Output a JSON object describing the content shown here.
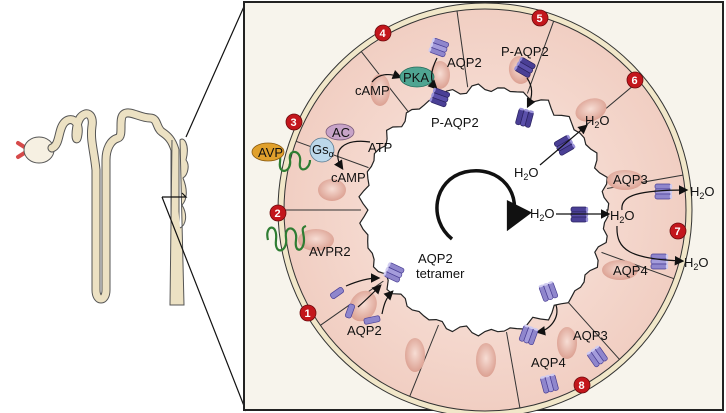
{
  "colors": {
    "panel_bg": "#f7f4ec",
    "basement_membrane": "#f1e7c9",
    "cell_fill": "#f1cfc3",
    "nucleus": "#e2a99a",
    "badge": "#c3161c",
    "aqp_dark": "#4a3f95",
    "aqp_light": "#8f86cc",
    "pka": "#4fa592",
    "ac": "#c7a3c8",
    "gs": "#bcd8ea",
    "avp": "#e0a02c",
    "receptor": "#2f7d33",
    "nephron": "#ece1c3",
    "glomerulus_vessel": "#d64a4a"
  },
  "nephron": {
    "label": "nephron-illustration"
  },
  "steps": [
    {
      "number": "1"
    },
    {
      "number": "2"
    },
    {
      "number": "3"
    },
    {
      "number": "4"
    },
    {
      "number": "5"
    },
    {
      "number": "6"
    },
    {
      "number": "7"
    },
    {
      "number": "8"
    }
  ],
  "labels": {
    "avp": "AVP",
    "gs_main": "Gs",
    "gs_sub": "α",
    "ac": "AC",
    "atp": "ATP",
    "camp_1": "cAMP",
    "camp_2": "cAMP",
    "pka": "PKA",
    "aqp2_top": "AQP2",
    "p_aqp2_1": "P-AQP2",
    "p_aqp2_2": "P-AQP2",
    "avpr2": "AVPR2",
    "aqp2_tetramer_1": "AQP2",
    "aqp2_tetramer_2": "tetramer",
    "aqp2_bottom": "AQP2",
    "aqp3_1": "AQP3",
    "aqp4_1": "AQP4",
    "aqp3_2": "AQP3",
    "aqp4_2": "AQP4",
    "h2o": "H",
    "h2o_sub": "2",
    "h2o_end": "O"
  }
}
